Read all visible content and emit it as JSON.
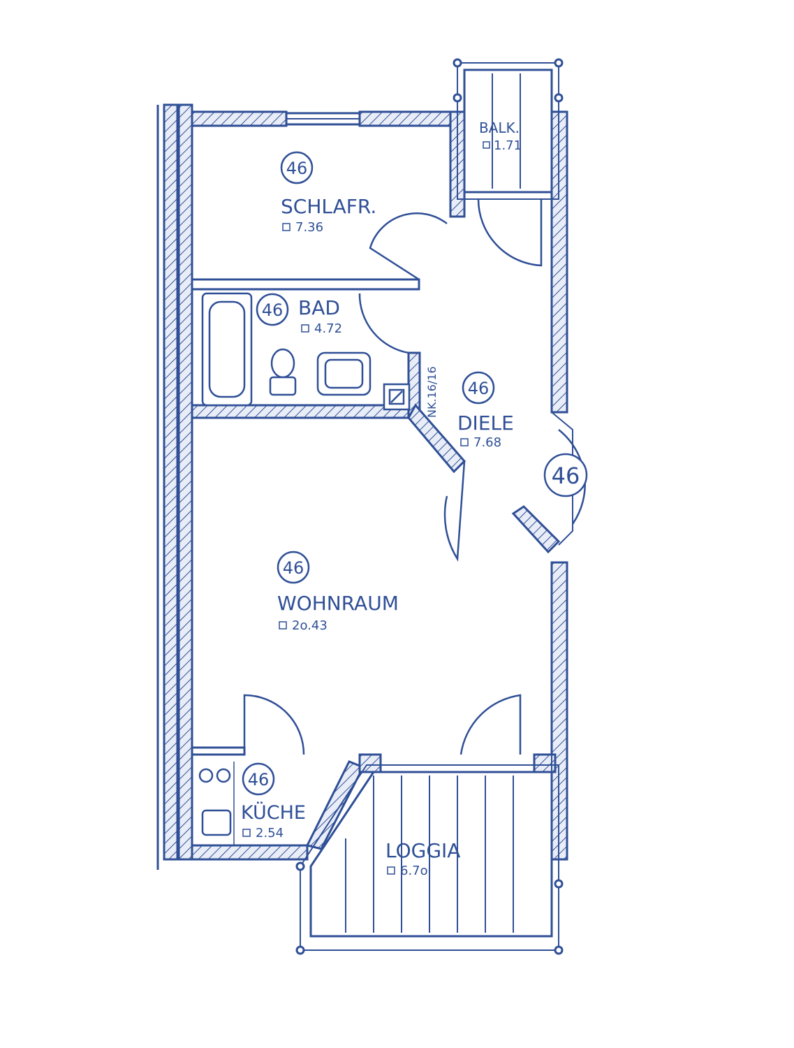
{
  "plan": {
    "ink_color": "#2f4f96",
    "wall_fill": "#e9edf7",
    "rooms": [
      {
        "id": "schlafr",
        "name": "SCHLAFR.",
        "area": "7.36",
        "number": "46"
      },
      {
        "id": "bad",
        "name": "BAD",
        "area": "4.72",
        "number": "46"
      },
      {
        "id": "diele",
        "name": "DIELE",
        "area": "7.68",
        "number": "46"
      },
      {
        "id": "wohnraum",
        "name": "WOHNRAUM",
        "area": "2o.43",
        "number": "46"
      },
      {
        "id": "kueche",
        "name": "KÜCHE",
        "area": "2.54",
        "number": "46"
      },
      {
        "id": "loggia",
        "name": "LOGGIA",
        "area": "6.7o"
      },
      {
        "id": "balk",
        "name": "BALK.",
        "area": "1.71"
      }
    ],
    "entry_number": "46",
    "shaft_label": "NK.16/16",
    "area_symbol": "square-icon"
  }
}
